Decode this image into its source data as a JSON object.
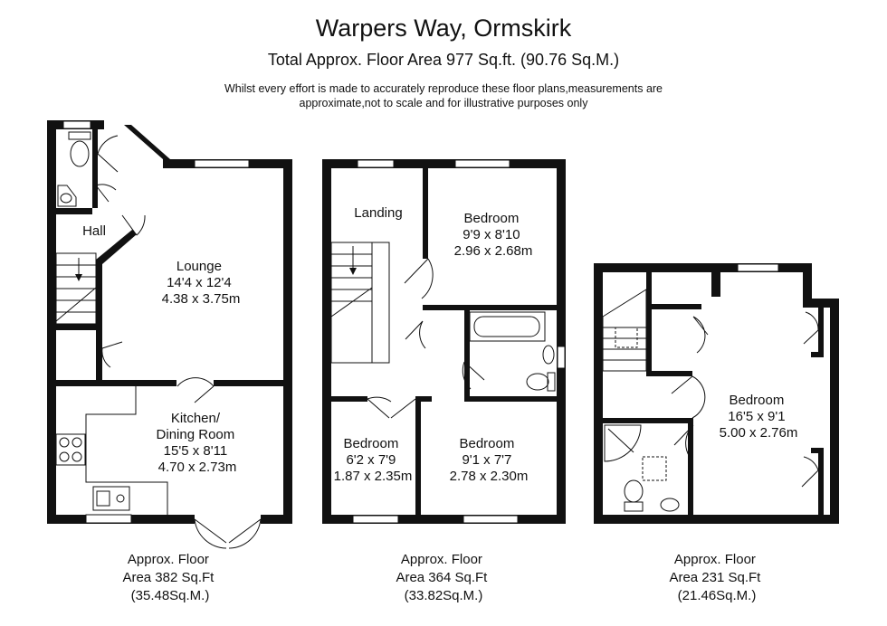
{
  "header": {
    "title": "Warpers Way, Ormskirk",
    "subtitle": "Total Approx. Floor Area 977 Sq.ft. (90.76 Sq.M.)",
    "disclaimer_line1": "Whilst every effort is made to accurately reproduce these floor plans,measurements are",
    "disclaimer_line2": "approximate,not to scale and for illustrative purposes only"
  },
  "floors": [
    {
      "caption": [
        "Approx. Floor",
        "Area 382 Sq.Ft",
        "(35.48Sq.M.)"
      ],
      "rooms": [
        {
          "name": "Hall",
          "lines": [
            "Hall"
          ]
        },
        {
          "name": "Lounge",
          "lines": [
            "Lounge",
            "14'4 x 12'4",
            "4.38 x 3.75m"
          ]
        },
        {
          "name": "Kitchen",
          "lines": [
            "Kitchen/",
            "Dining Room",
            "15'5 x 8'11",
            "4.70 x 2.73m"
          ]
        }
      ]
    },
    {
      "caption": [
        "Approx. Floor",
        "Area 364 Sq.Ft",
        "(33.82Sq.M.)"
      ],
      "rooms": [
        {
          "name": "Landing",
          "lines": [
            "Landing"
          ]
        },
        {
          "name": "Bedroom A",
          "lines": [
            "Bedroom",
            "9'9 x 8'10",
            "2.96 x 2.68m"
          ]
        },
        {
          "name": "Bedroom B",
          "lines": [
            "Bedroom",
            "6'2 x 7'9",
            "1.87 x 2.35m"
          ]
        },
        {
          "name": "Bedroom C",
          "lines": [
            "Bedroom",
            "9'1 x 7'7",
            "2.78 x 2.30m"
          ]
        }
      ]
    },
    {
      "caption": [
        "Approx. Floor",
        "Area 231 Sq.Ft",
        "(21.46Sq.M.)"
      ],
      "rooms": [
        {
          "name": "Bedroom D",
          "lines": [
            "Bedroom",
            "16'5 x 9'1",
            "5.00 x 2.76m"
          ]
        }
      ]
    }
  ]
}
